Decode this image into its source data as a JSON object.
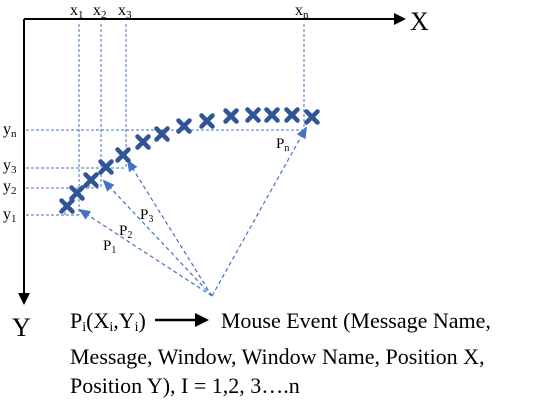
{
  "axes": {
    "x_label": "X",
    "y_label": "Y",
    "x_ticks": [
      {
        "base": "x",
        "sub": "1"
      },
      {
        "base": "x",
        "sub": "2"
      },
      {
        "base": "x",
        "sub": "3"
      },
      {
        "base": "x",
        "sub": "n"
      }
    ],
    "y_ticks": [
      {
        "base": "y",
        "sub": "n"
      },
      {
        "base": "y",
        "sub": "3"
      },
      {
        "base": "y",
        "sub": "2"
      },
      {
        "base": "y",
        "sub": "1"
      }
    ]
  },
  "vectors": [
    {
      "base": "P",
      "sub": "1"
    },
    {
      "base": "P",
      "sub": "2"
    },
    {
      "base": "P",
      "sub": "3"
    },
    {
      "base": "P",
      "sub": "n"
    }
  ],
  "colors": {
    "marker": "#2f5597",
    "dashed": "#4472c4",
    "axis": "#000000"
  },
  "caption": {
    "p": "P",
    "p_sub": "i",
    "open": "(X",
    "x_sub": "i",
    "comma": ",Y",
    "y_sub": "i",
    "close": ")",
    "line1_rest": "Mouse Event (Message Name,",
    "line2": "Message, Window, Window Name, Position X,",
    "line3": "Position Y), I = 1,2, 3….n"
  }
}
